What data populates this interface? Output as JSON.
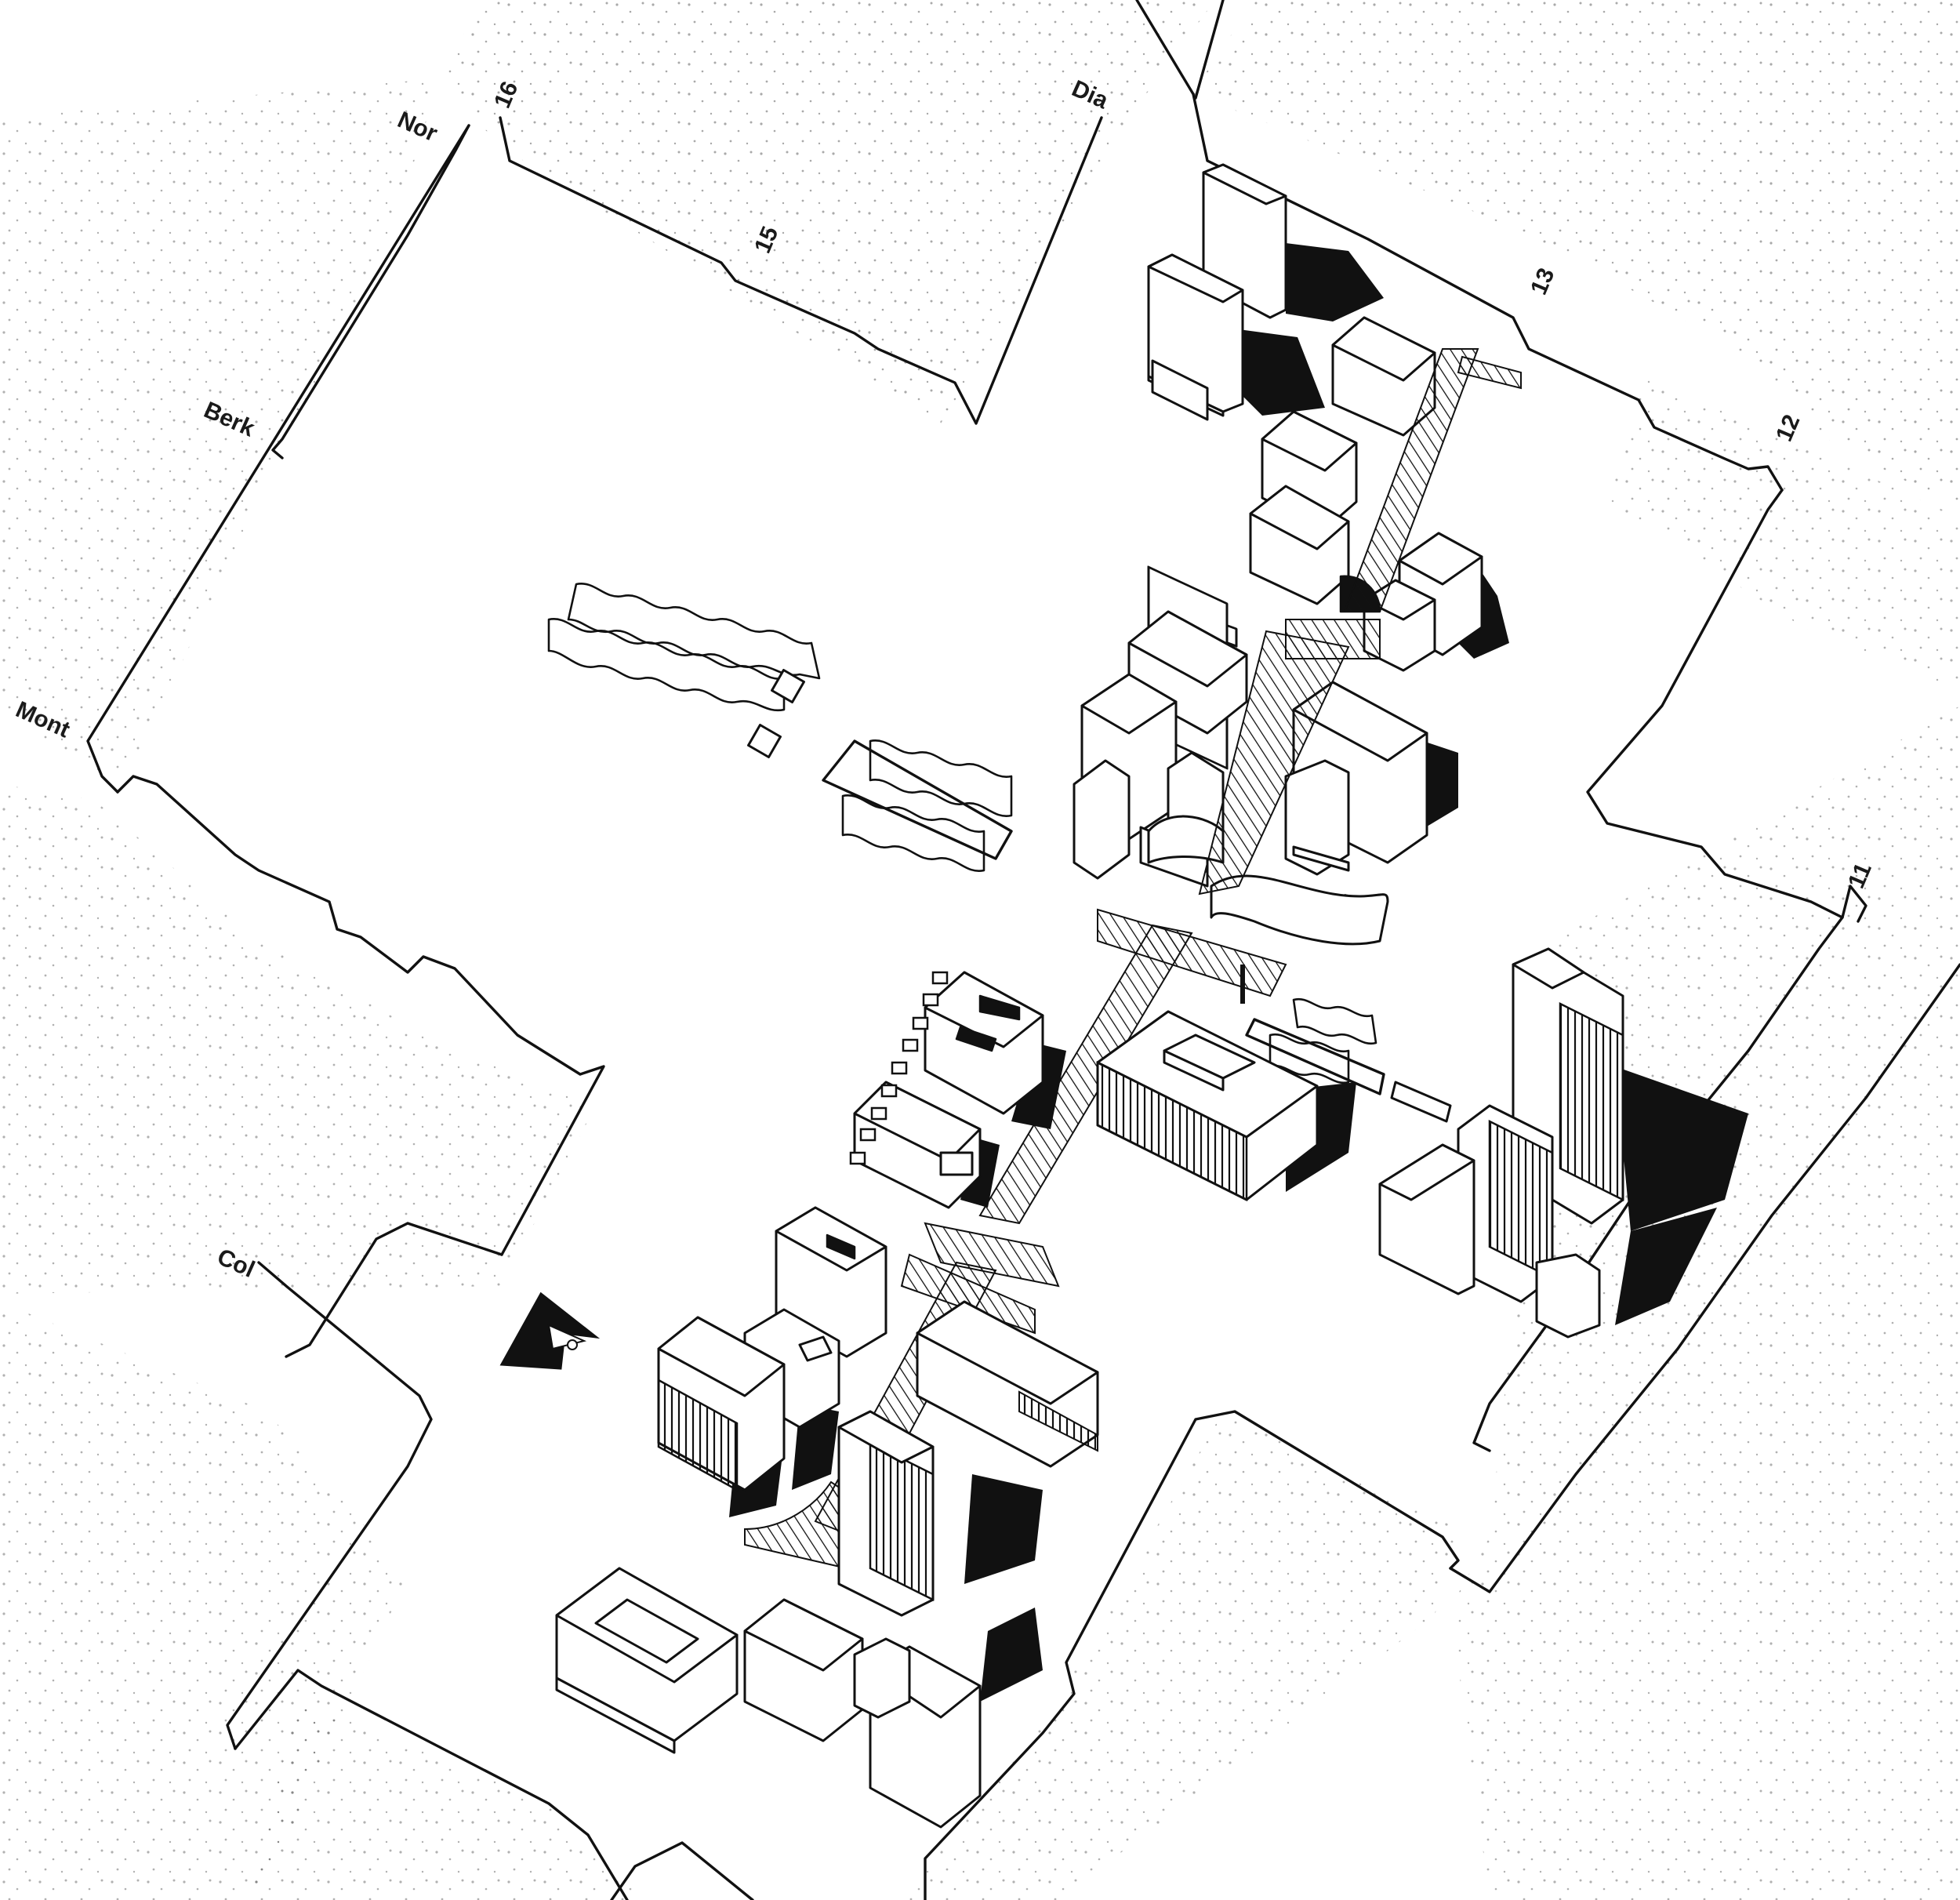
{
  "map": {
    "street_labels": {
      "nor": "Nor",
      "sixteen": "16",
      "dia": "Dia",
      "fifteen": "15",
      "thirteen": "13",
      "berk": "Berk",
      "twelve": "12",
      "mont": "Mont",
      "eleven": "11",
      "col": "Col"
    },
    "colors": {
      "ink": "#111111",
      "paper": "#ffffff"
    },
    "icons": {
      "north_arrow": "north-arrow-icon"
    }
  }
}
